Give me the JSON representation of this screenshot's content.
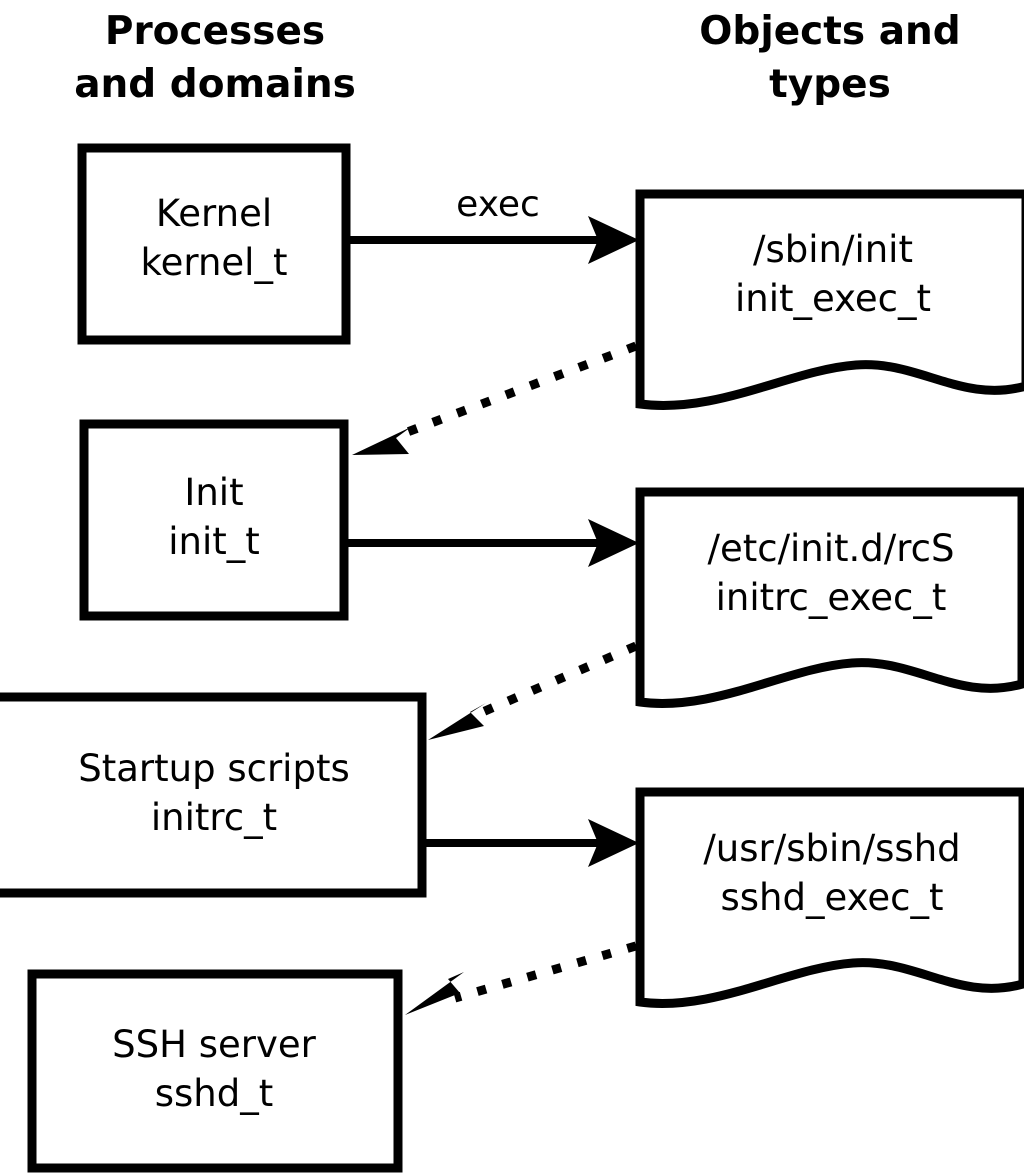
{
  "diagram": {
    "title_left": "Processes\nand domains",
    "headers": {
      "left": {
        "line1": "Processes",
        "line2": "and domains"
      },
      "right": {
        "line1": "Objects and",
        "line2": "types"
      }
    },
    "process_nodes": [
      {
        "id": "kernel",
        "line1": "Kernel",
        "line2": "kernel_t"
      },
      {
        "id": "init",
        "line1": "Init",
        "line2": "init_t"
      },
      {
        "id": "initrc",
        "line1": "Startup scripts",
        "line2": "initrc_t"
      },
      {
        "id": "sshd",
        "line1": "SSH server",
        "line2": "sshd_t"
      }
    ],
    "object_nodes": [
      {
        "id": "init_exec",
        "line1": "/sbin/init",
        "line2": "init_exec_t"
      },
      {
        "id": "initrc_exec",
        "line1": "/etc/init.d/rcS",
        "line2": "initrc_exec_t"
      },
      {
        "id": "sshd_exec",
        "line1": "/usr/sbin/sshd",
        "line2": "sshd_exec_t"
      }
    ],
    "edges": [
      {
        "id": "kernel-to-init-exec",
        "label": "exec",
        "style": "solid",
        "from": "kernel",
        "to": "init_exec"
      },
      {
        "id": "init-exec-to-init",
        "label": "",
        "style": "dotted",
        "from": "init_exec",
        "to": "init"
      },
      {
        "id": "init-to-initrc-exec",
        "label": "",
        "style": "solid",
        "from": "init",
        "to": "initrc_exec"
      },
      {
        "id": "initrc-exec-to-initrc",
        "label": "",
        "style": "dotted",
        "from": "initrc_exec",
        "to": "initrc"
      },
      {
        "id": "initrc-to-sshd-exec",
        "label": "",
        "style": "solid",
        "from": "initrc",
        "to": "sshd_exec"
      },
      {
        "id": "sshd-exec-to-sshd",
        "label": "",
        "style": "dotted",
        "from": "sshd_exec",
        "to": "sshd"
      }
    ],
    "colors": {
      "stroke": "#000000",
      "fill": "#ffffff",
      "text": "#000000"
    }
  }
}
